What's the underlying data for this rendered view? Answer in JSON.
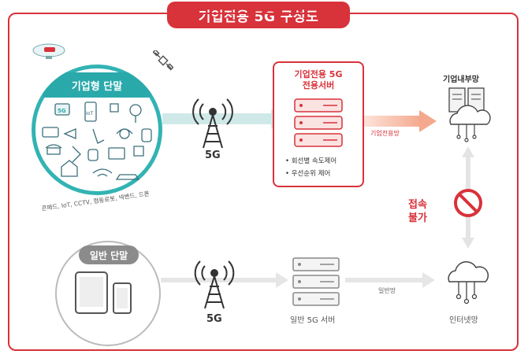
{
  "title": "기업전용 5G 구성도",
  "enterprise_terminal": {
    "caption": "기업형 단말",
    "icon_labels": [
      "5G",
      "IoT"
    ],
    "devices": "콘패드, IoT, CCTV, 협동로봇, 넥밴드, 드론"
  },
  "general_terminal": {
    "caption": "일반 단말"
  },
  "network": {
    "top_5g": "5G",
    "bottom_5g": "5G"
  },
  "enterprise_server": {
    "title_line1": "기업전용 5G",
    "title_line2": "전용서버",
    "features": [
      "회선별 속도제어",
      "우선순위 제어"
    ]
  },
  "general_server": {
    "label": "일반 5G 서버"
  },
  "enterprise_link": "기업전용망",
  "general_link": "일반망",
  "enterprise_network": "기업내부망",
  "internet": "인터넷망",
  "blocked": {
    "line1": "접속",
    "line2": "불가"
  },
  "colors": {
    "accent": "#d8323a",
    "teal": "#2aa9ab",
    "gray": "#8b8b8b"
  }
}
